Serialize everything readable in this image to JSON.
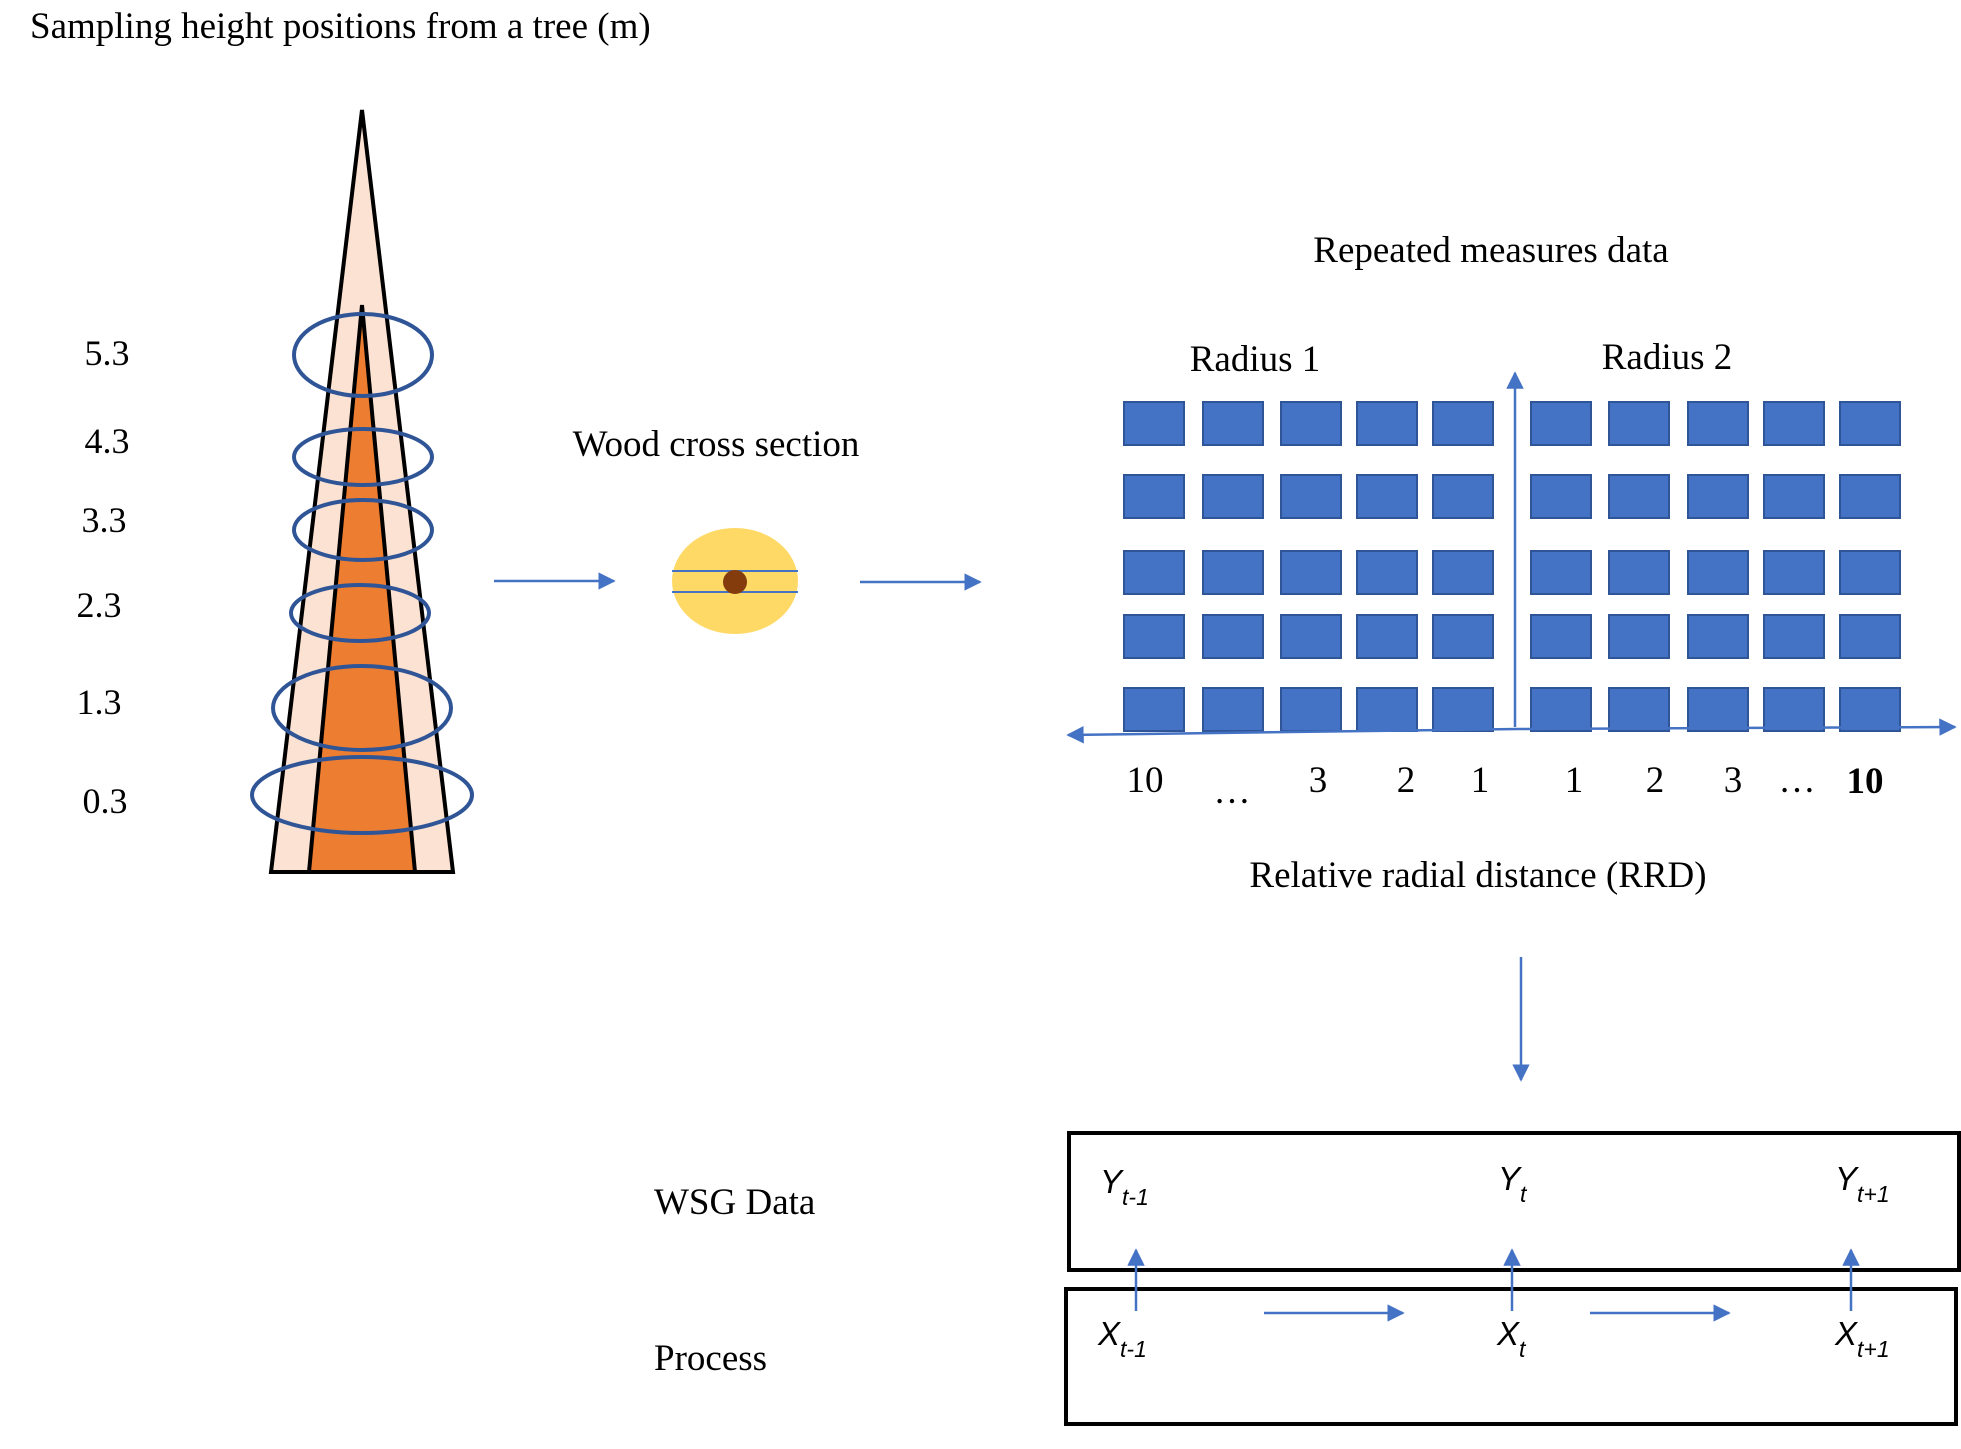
{
  "title": "Sampling height positions from a tree (m)",
  "heights": [
    "5.3",
    "4.3",
    "3.3",
    "2.3",
    "1.3",
    "0.3"
  ],
  "cross_section_label": "Wood cross section",
  "repeated_title": "Repeated measures data",
  "radius_labels": [
    "Radius 1",
    "Radius 2"
  ],
  "rrd_left": [
    "10",
    "…",
    "3",
    "2",
    "1"
  ],
  "rrd_right": [
    "1",
    "2",
    "3",
    "…",
    "10"
  ],
  "rrd_axis_label": "Relative radial distance (RRD)",
  "wsg_label": "WSG Data",
  "process_label": "Process",
  "observations": [
    {
      "base": "Y",
      "sub": "t-1"
    },
    {
      "base": "Y",
      "sub": "t"
    },
    {
      "base": "Y",
      "sub": "t+1"
    }
  ],
  "states": [
    {
      "base": "X",
      "sub": "t-1"
    },
    {
      "base": "X",
      "sub": "t"
    },
    {
      "base": "X",
      "sub": "t+1"
    }
  ],
  "grid": {
    "rows": 5,
    "cols_per_radius": 5
  },
  "colors": {
    "tree_outer": "#FBE2D2",
    "tree_inner": "#ED7D31",
    "ring": "#2F5597",
    "arrow": "#4472C4",
    "cell": "#4472C4",
    "cell_border": "#2F5597",
    "cross_section": "#FFD966",
    "pith": "#843C0C"
  }
}
